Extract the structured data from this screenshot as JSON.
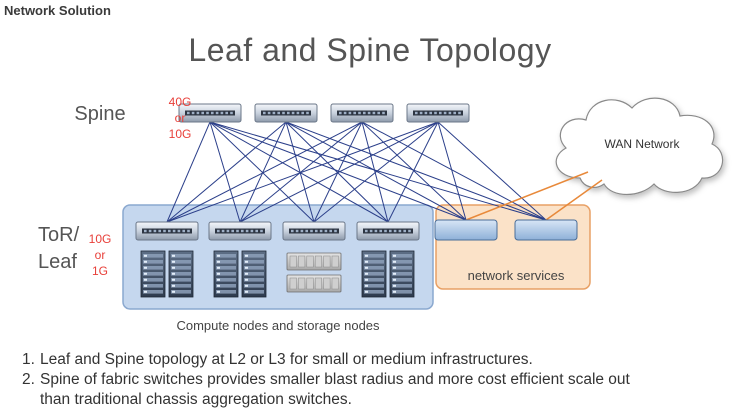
{
  "header": {
    "label": "Network Solution"
  },
  "title": "Leaf and Spine Topology",
  "spine": {
    "label": "Spine",
    "speed_lines": [
      "40G",
      "or",
      "10G"
    ],
    "switch_count": 4
  },
  "leaf": {
    "label_line1": "ToR/",
    "label_line2": "Leaf",
    "speed_lines": [
      "10G",
      "or",
      "1G"
    ],
    "switch_count": 4
  },
  "compute_group": {
    "label": "Compute nodes and storage nodes"
  },
  "services_group": {
    "label": "network services",
    "device_count": 2
  },
  "wan": {
    "label": "WAN Network"
  },
  "notes": [
    {
      "number": "1.",
      "text": "Leaf and Spine topology at L2 or L3 for small or medium infrastructures."
    },
    {
      "number": "2.",
      "text": "Spine of fabric switches provides smaller blast radius and more cost efficient scale out than traditional chassis aggregation switches."
    }
  ],
  "colors": {
    "speed_red": "#e8403a",
    "link_blue": "#2b3f8a",
    "wan_link_orange": "#e8893a",
    "compute_fill": "#c5d7ee",
    "services_fill": "#fbe2c8",
    "label_gray": "#555555"
  }
}
